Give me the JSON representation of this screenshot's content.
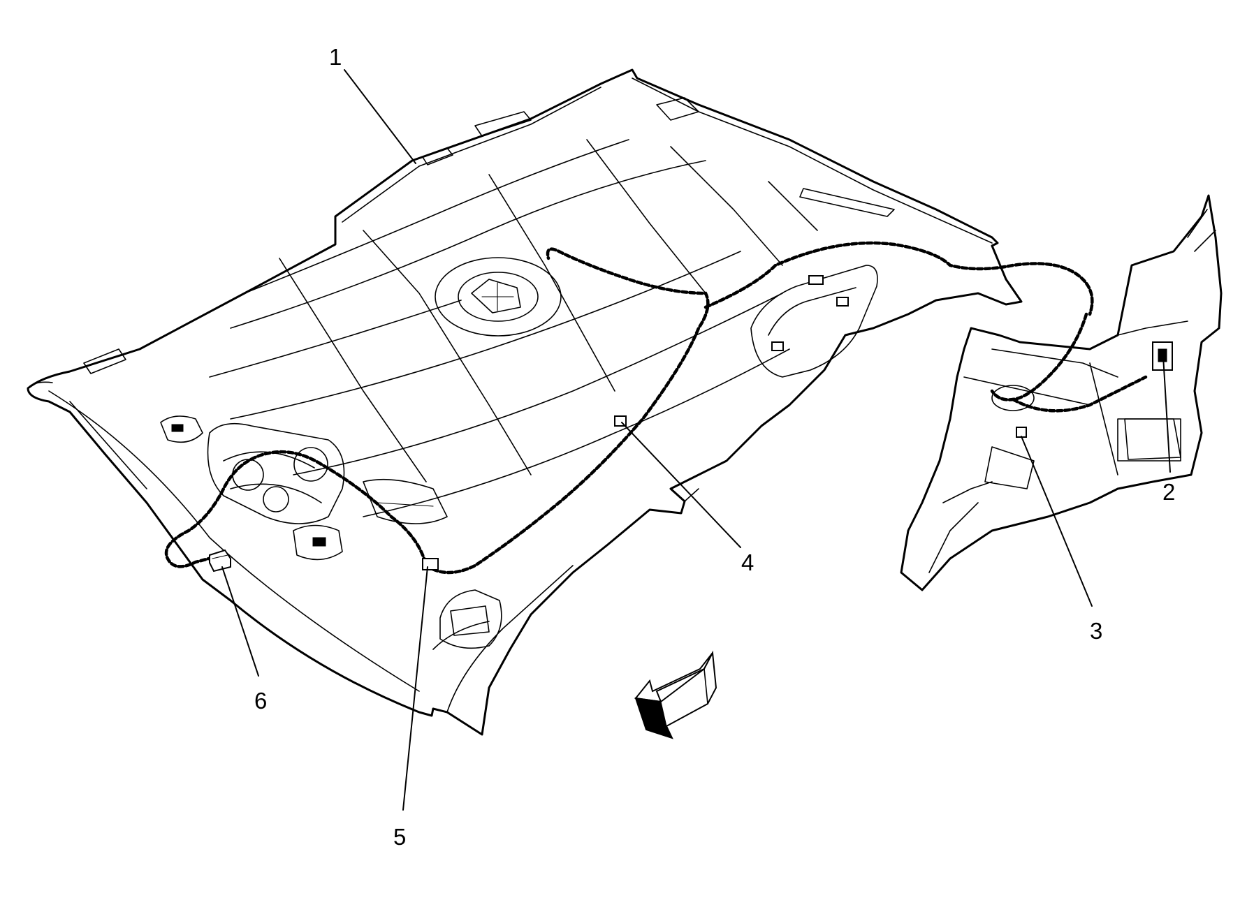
{
  "callouts": [
    {
      "number": "1"
    },
    {
      "number": "2"
    },
    {
      "number": "3"
    },
    {
      "number": "4"
    },
    {
      "number": "5"
    },
    {
      "number": "6"
    }
  ],
  "icons": {
    "direction_arrow": "front-direction-arrow-icon"
  }
}
